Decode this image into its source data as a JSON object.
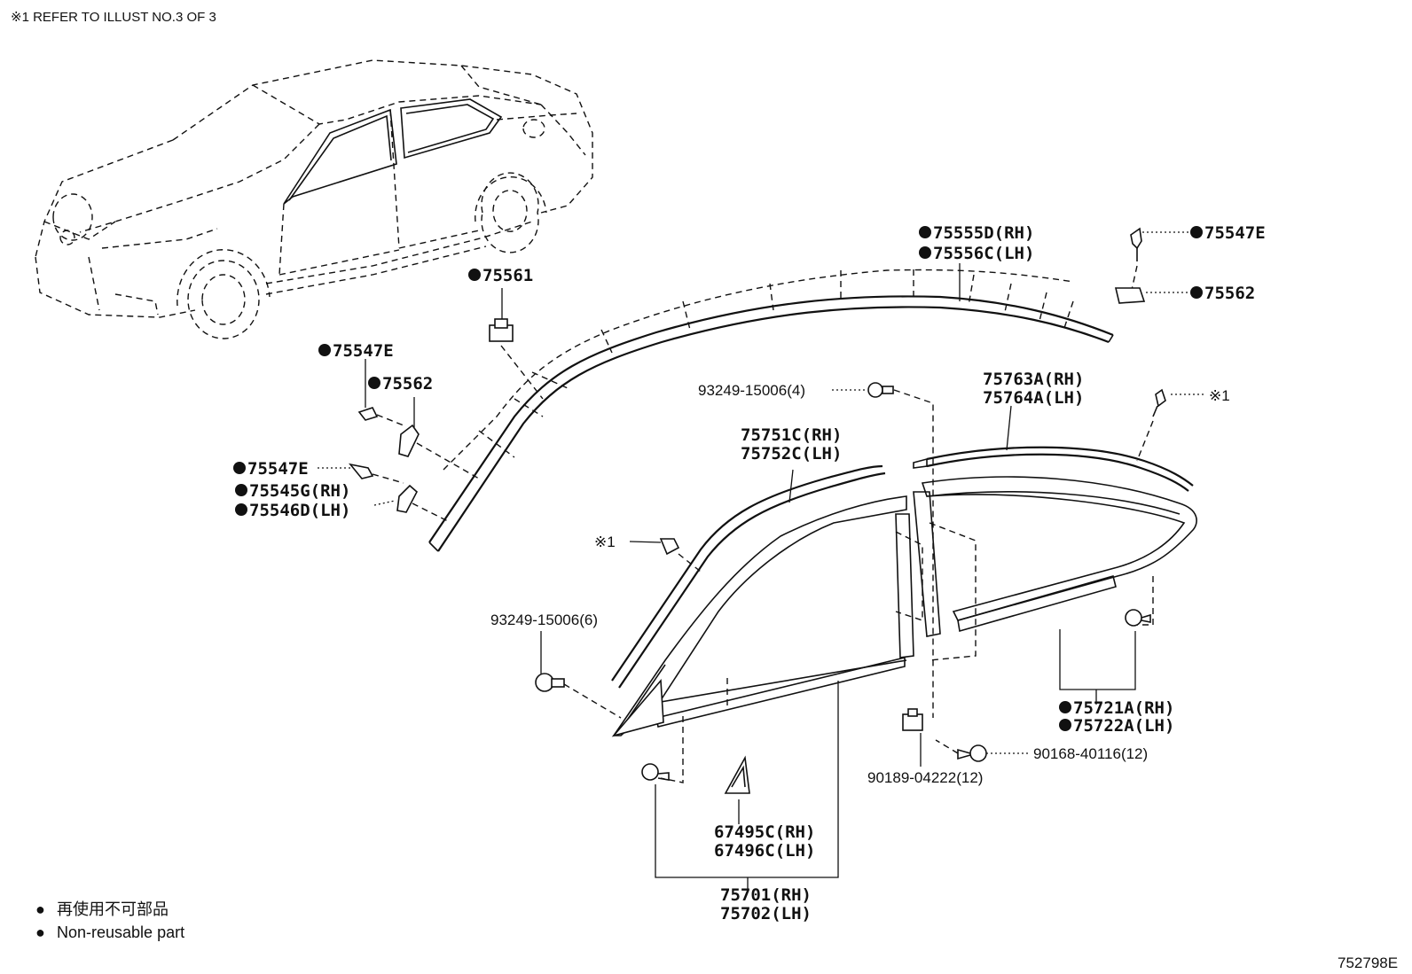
{
  "header_note": "※1 REFER TO ILLUST NO.3 OF 3",
  "illustration_number": "752798E",
  "legend": [
    {
      "symbol": "●",
      "text": "再使用不可部品"
    },
    {
      "symbol": "●",
      "text": "Non-reusable part"
    }
  ],
  "callouts": {
    "c75555": {
      "bullet": true,
      "lines": [
        "75555D(RH)",
        "75556C(LH)"
      ]
    },
    "c75547e_top": {
      "bullet": true,
      "lines": [
        "75547E"
      ]
    },
    "c75562_top": {
      "bullet": true,
      "lines": [
        "75562"
      ]
    },
    "c75561": {
      "bullet": true,
      "lines": [
        "75561"
      ]
    },
    "c75547e_mid": {
      "bullet": true,
      "lines": [
        "75547E"
      ]
    },
    "c75562_mid": {
      "bullet": true,
      "lines": [
        "75562"
      ]
    },
    "c75547e_low": {
      "bullet": true,
      "lines": [
        "75547E"
      ]
    },
    "c75545": {
      "bullet": true,
      "lines": [
        "75545G(RH)",
        "75546D(LH)"
      ]
    },
    "c93249_4": {
      "bullet": false,
      "lines": [
        "93249-15006(4)"
      ]
    },
    "c75763": {
      "bullet": false,
      "lines": [
        "75763A(RH)",
        "75764A(LH)"
      ]
    },
    "c_ref1_right": {
      "bullet": false,
      "lines": [
        "※1"
      ]
    },
    "c75751": {
      "bullet": false,
      "lines": [
        "75751C(RH)",
        "75752C(LH)"
      ]
    },
    "c_ref1_left": {
      "bullet": false,
      "lines": [
        "※1"
      ]
    },
    "c93249_6": {
      "bullet": false,
      "lines": [
        "93249-15006(6)"
      ]
    },
    "c75721": {
      "bullet": true,
      "lines": [
        "75721A(RH)",
        "75722A(LH)"
      ]
    },
    "c90168": {
      "bullet": false,
      "lines": [
        "90168-40116(12)"
      ]
    },
    "c90189": {
      "bullet": false,
      "lines": [
        "90189-04222(12)"
      ]
    },
    "c67495": {
      "bullet": false,
      "lines": [
        "67495C(RH)",
        "67496C(LH)"
      ]
    },
    "c75701": {
      "bullet": false,
      "lines": [
        "75701(RH)",
        "75702(LH)"
      ]
    }
  }
}
